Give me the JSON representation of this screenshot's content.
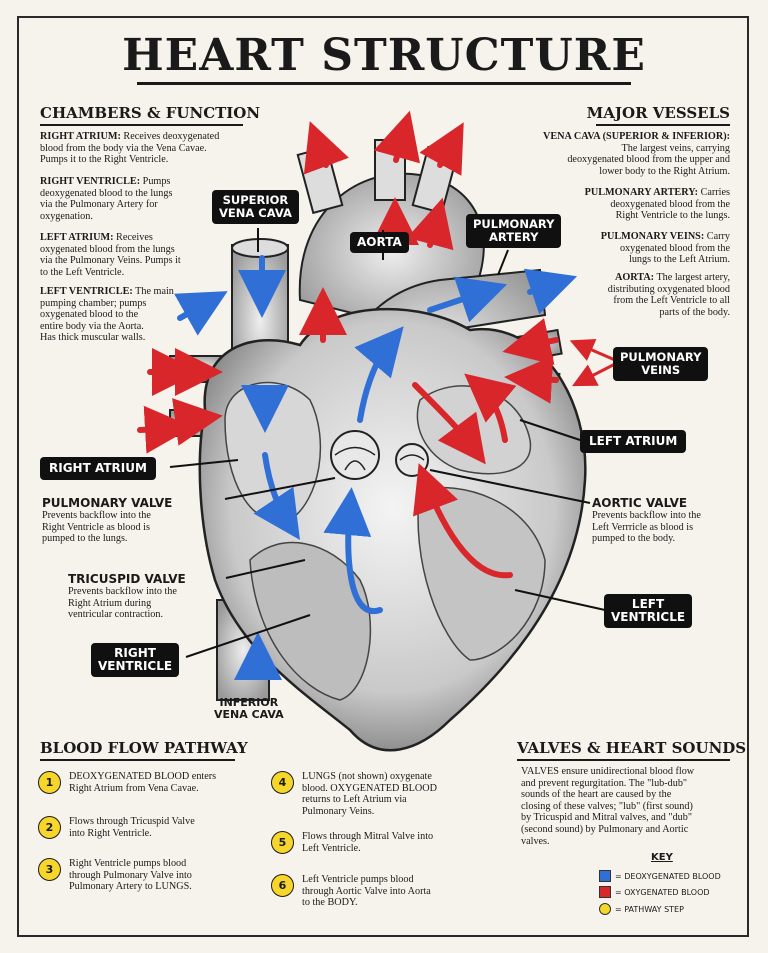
{
  "title": "HEART STRUCTURE",
  "colors": {
    "deoxygenated": "#2f6fd6",
    "oxygenated": "#d8262b",
    "pathway": "#f7d62c",
    "callout_bg": "#101010"
  },
  "chambers": {
    "heading": "CHAMBERS & FUNCTION",
    "items": [
      {
        "name": "RIGHT ATRIUM:",
        "lines": [
          "Receives deoxygenated",
          "blood from the body via the Vena Cavae.",
          "Pumps it to the Right Ventricle."
        ]
      },
      {
        "name": "RIGHT VENTRICLE:",
        "lines": [
          "Pumps",
          "deoxygenated blood to the lungs",
          "via the Pulmonary Artery for",
          "oxygenation."
        ]
      },
      {
        "name": "LEFT ATRIUM:",
        "lines": [
          "Receives",
          "oxygenated blood from the lungs",
          "via the Pulmonary Veins. Pumps it",
          "to the Left Ventricle."
        ]
      },
      {
        "name": "LEFT VENTRICLE:",
        "lines": [
          "The main",
          "pumping chamber; pumps",
          "oxygenated blood to the",
          "entire body via the Aorta.",
          "Has thick muscular walls."
        ]
      }
    ]
  },
  "vessels": {
    "heading": "MAJOR VESSELS",
    "items": [
      {
        "name": "VENA CAVA (SUPERIOR & INFERIOR):",
        "lines": [
          "The largest veins, carrying",
          "deoxygenated blood from the upper and",
          "lower body to the Right Atrium."
        ]
      },
      {
        "name": "PULMONARY ARTERY:",
        "lines": [
          "Carries",
          "deoxygenated blood from the",
          "Right Ventricle to the lungs."
        ]
      },
      {
        "name": "PULMONARY VEINS:",
        "lines": [
          "Carry",
          "oxygenated blood from the",
          "lungs to the Left Atrium."
        ]
      },
      {
        "name": "AORTA:",
        "lines": [
          "The largest artery,",
          "distributing oxygenated blood",
          "from the Left Ventricle to all",
          "parts of the body."
        ]
      }
    ]
  },
  "callouts": {
    "superior_vena_cava": [
      "SUPERIOR",
      "VENA CAVA"
    ],
    "aorta": "AORTA",
    "pulmonary_artery": [
      "PULMONARY",
      "ARTERY"
    ],
    "pulmonary_veins": [
      "PULMONARY",
      "VEINS"
    ],
    "left_atrium": "LEFT ATRIUM",
    "right_atrium": "RIGHT ATRIUM",
    "left_ventricle": [
      "LEFT",
      "VENTRICLE"
    ],
    "right_ventricle": [
      "RIGHT",
      "VENTRICLE"
    ],
    "inferior_vena_cava": [
      "INFERIOR",
      "VENA CAVA"
    ]
  },
  "annotations": {
    "pulmonary_valve": {
      "title": "PULMONARY VALVE",
      "lines": [
        "Prevents backflow into the",
        "Right Ventricle as blood is",
        "pumped to the lungs."
      ]
    },
    "tricuspid_valve": {
      "title": "TRICUSPID VALVE",
      "lines": [
        "Prevents backflow into the",
        "Right Atrium during",
        "ventricular contraction."
      ]
    },
    "aortic_valve": {
      "title": "AORTIC VALVE",
      "lines": [
        "Prevents backflow into the",
        "Left Verrricle as blood is",
        "pumped to the body."
      ]
    }
  },
  "pathway": {
    "heading": "BLOOD FLOW PATHWAY",
    "steps": [
      {
        "num": "1",
        "lines": [
          "DEOXYGENATED BLOOD enters",
          "Right Atrium from Vena Cavae."
        ]
      },
      {
        "num": "2",
        "lines": [
          "Flows through Tricuspid Valve",
          "into Right Ventricle."
        ]
      },
      {
        "num": "3",
        "lines": [
          "Right Ventricle pumps blood",
          "through Pulmonary Valve into",
          "Pulmonary Artery to LUNGS."
        ]
      },
      {
        "num": "4",
        "lines": [
          "LUNGS (not shown) oxygenate",
          "blood. OXYGENATED BLOOD",
          "returns to Left Atrium via",
          "Pulmonary Veins."
        ]
      },
      {
        "num": "5",
        "lines": [
          "Flows through Mitral Valve into",
          "Left Ventricle."
        ]
      },
      {
        "num": "6",
        "lines": [
          "Left Ventricle pumps blood",
          "through Aortic Valve into Aorta",
          "to the BODY."
        ]
      }
    ]
  },
  "sounds": {
    "heading": "VALVES & HEART SOUNDS",
    "lines": [
      "VALVES ensure unidirectional blood flow",
      "and prevent regurgitation. The \"lub-dub\"",
      "sounds of the heart are caused by the",
      "closing of these valves; \"lub\" (first sound)",
      "by Tricuspid and Mitral valves, and \"dub\"",
      "(second sound) by Pulmonary and Aortic",
      "valves."
    ]
  },
  "key": {
    "title": "KEY",
    "items": [
      {
        "label": "= DEOXYGENATED BLOOD"
      },
      {
        "label": "= OXYGENATED BLOOD"
      },
      {
        "label": "= PATHWAY STEP"
      }
    ]
  }
}
